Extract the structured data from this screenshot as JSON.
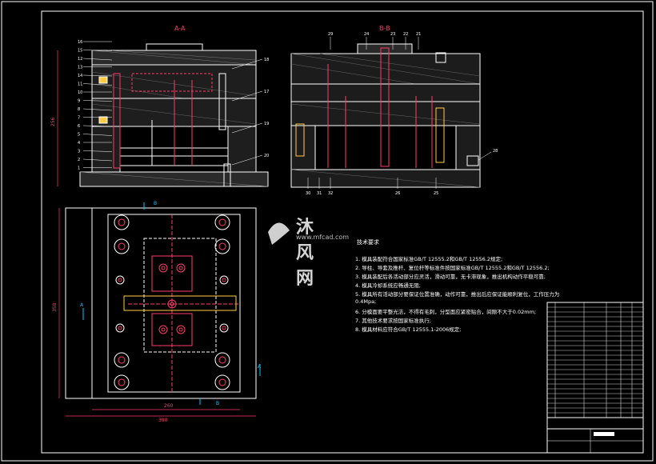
{
  "section_labels": {
    "aa": "A-A",
    "bb": "B-B"
  },
  "dimensions": {
    "overall_height": "256",
    "plan_height": "358",
    "inner_width": "260",
    "overall_width": "390"
  },
  "section_marks": {
    "a": "A",
    "b": "B"
  },
  "part_numbers_left": [
    "16",
    "15",
    "12",
    "13",
    "14",
    "11",
    "10",
    "9",
    "8",
    "7",
    "6",
    "5",
    "4",
    "3",
    "2",
    "1"
  ],
  "part_numbers_right_of_left": [
    "18",
    "17",
    "19",
    "20"
  ],
  "part_numbers_bb_top": [
    "29",
    "24",
    "23",
    "22",
    "21"
  ],
  "part_numbers_bb_bottom": [
    "30",
    "31",
    "32",
    "26",
    "25"
  ],
  "part_number_bb_side": "28",
  "watermark": {
    "brand": "沐风网",
    "url": "www.mfcad.com"
  },
  "notes": {
    "heading": "技术要求",
    "items": [
      "1. 模具装配符合国家标准GB/T 12555.2和GB/T 12556.2规定;",
      "2. 导柱、导套及推杆、复位杆等标准件按国家标准GB/T 12555.2和GB/T 12556.2;",
      "3. 模具装配后各活动部分应灵活，滑动可靠，无卡滞现象，推出机构动作平稳可靠;",
      "4. 模具冷却系统应畅通无阻;",
      "5. 模具所有活动部分要保证位置准确，动作可靠，推出后应保证能顺利复位，工作压力为",
      "   0.4Mpa;",
      "6. 分模面要平整光洁，不得有毛刺，分型面应紧密贴合，间隙不大于0.02mm;",
      "7. 其他技术要求按国家标准执行;",
      "8. 模具材料应符合GB/T 12555.1-2006规定;"
    ]
  },
  "title_block": {
    "row_count": 24
  }
}
